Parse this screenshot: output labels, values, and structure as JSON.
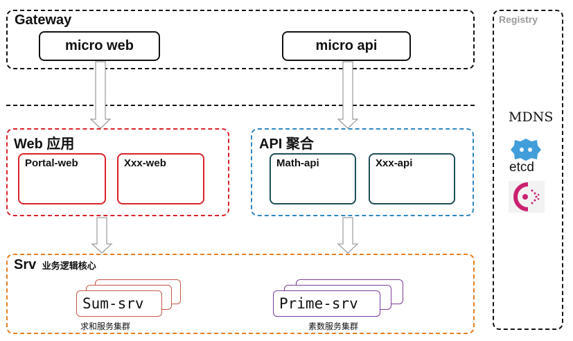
{
  "gateway": {
    "title": "Gateway",
    "items": [
      "micro web",
      "micro api"
    ]
  },
  "registry": {
    "title": "Registry",
    "mdns": "MDNS",
    "etcd": "etcd",
    "icons": [
      "etcd-logo",
      "consul-logo"
    ]
  },
  "web": {
    "title": "Web 应用",
    "items": [
      "Portal-web",
      "Xxx-web"
    ]
  },
  "api": {
    "title": "API 聚合",
    "items": [
      "Math-api",
      "Xxx-api"
    ]
  },
  "srv": {
    "title": "Srv",
    "subtitle": "业务逻辑核心",
    "services": [
      {
        "name": "Sum-srv",
        "caption": "求和服务集群"
      },
      {
        "name": "Prime-srv",
        "caption": "素数服务集群"
      }
    ]
  },
  "colors": {
    "web_border": "#d9222a",
    "api_border": "#2e86c1",
    "srv_border": "#e67e22",
    "sum_cards": "#c8564a",
    "prime_cards": "#7a3d9a",
    "etcd": "#419eda",
    "consul": "#ca2171"
  }
}
